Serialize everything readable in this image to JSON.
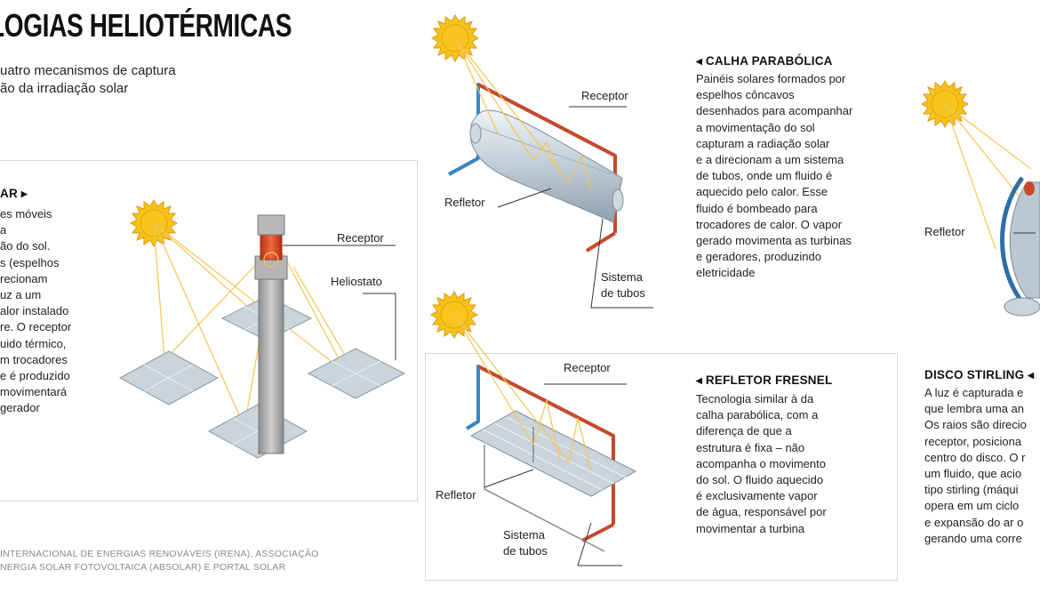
{
  "header": {
    "title": "LOGIAS HELIOTÉRMICAS",
    "subtitle_line1": "uatro mecanismos de captura",
    "subtitle_line2": "ão da irradiação solar"
  },
  "tower_panel": {
    "heading": "AR ▸",
    "body_lines": [
      "es móveis",
      "a",
      "ão do sol.",
      "s (espelhos",
      "recionam",
      "uz a um",
      "alor instalado",
      "re. O receptor",
      "uido térmico,",
      "m trocadores",
      "e é produzido",
      "movimentará",
      "gerador"
    ],
    "label_receptor": "Receptor",
    "label_heliostato": "Heliostato"
  },
  "parabolic": {
    "heading": "◂ CALHA PARABÓLICA",
    "body_lines": [
      "Painéis solares formados por",
      "espelhos côncavos",
      "desenhados para acompanhar",
      "a movimentação do sol",
      "capturam a radiação solar",
      "e a direcionam a um sistema",
      "de tubos, onde um fluido é",
      "aquecido pelo calor. Esse",
      "fluido é bombeado para",
      "trocadores de calor. O vapor",
      "gerado movimenta as turbinas",
      "e geradores, produzindo",
      "eletricidade"
    ],
    "label_receptor": "Receptor",
    "label_refletor": "Refletor",
    "label_sistema_1": "Sistema",
    "label_sistema_2": "de tubos"
  },
  "fresnel": {
    "heading": "◂ REFLETOR FRESNEL",
    "body_lines": [
      "Tecnologia similar à da",
      "calha parabólica, com a",
      "diferença de que a",
      "estrutura é fixa – não",
      "acompanha o movimento",
      "do sol. O fluido aquecido",
      "é exclusivamente vapor",
      "de água, responsável por",
      "movimentar a turbina"
    ],
    "label_receptor": "Receptor",
    "label_refletor": "Refletor",
    "label_sistema_1": "Sistema",
    "label_sistema_2": "de tubos"
  },
  "stirling": {
    "heading": "DISCO STIRLING ◂",
    "body_lines": [
      "A luz é capturada e",
      "que lembra uma an",
      "Os raios são direcio",
      "receptor, posiciona",
      "centro do disco. O r",
      "um fluido, que acio",
      "tipo stirling (máqui",
      "opera em um ciclo",
      "e expansão do ar o",
      "gerando uma corre"
    ],
    "label_refletor": "Refletor"
  },
  "source": {
    "line1": "INTERNACIONAL DE ENERGIAS RENOVÁVEIS (IRENA), ASSOCIAÇÃO",
    "line2": "NERGIA SOLAR FOTOVOLTAICA (ABSOLAR) E PORTAL SOLAR"
  },
  "colors": {
    "sun": "#f6c21a",
    "sun_outline": "#d99a0b",
    "ray": "#f3c654",
    "pipe_red": "#c8492a",
    "pipe_blue": "#3b86c4",
    "mirror": "#c9d4dc",
    "tower": "#a7a7a7",
    "receptor": "#d2431b"
  }
}
